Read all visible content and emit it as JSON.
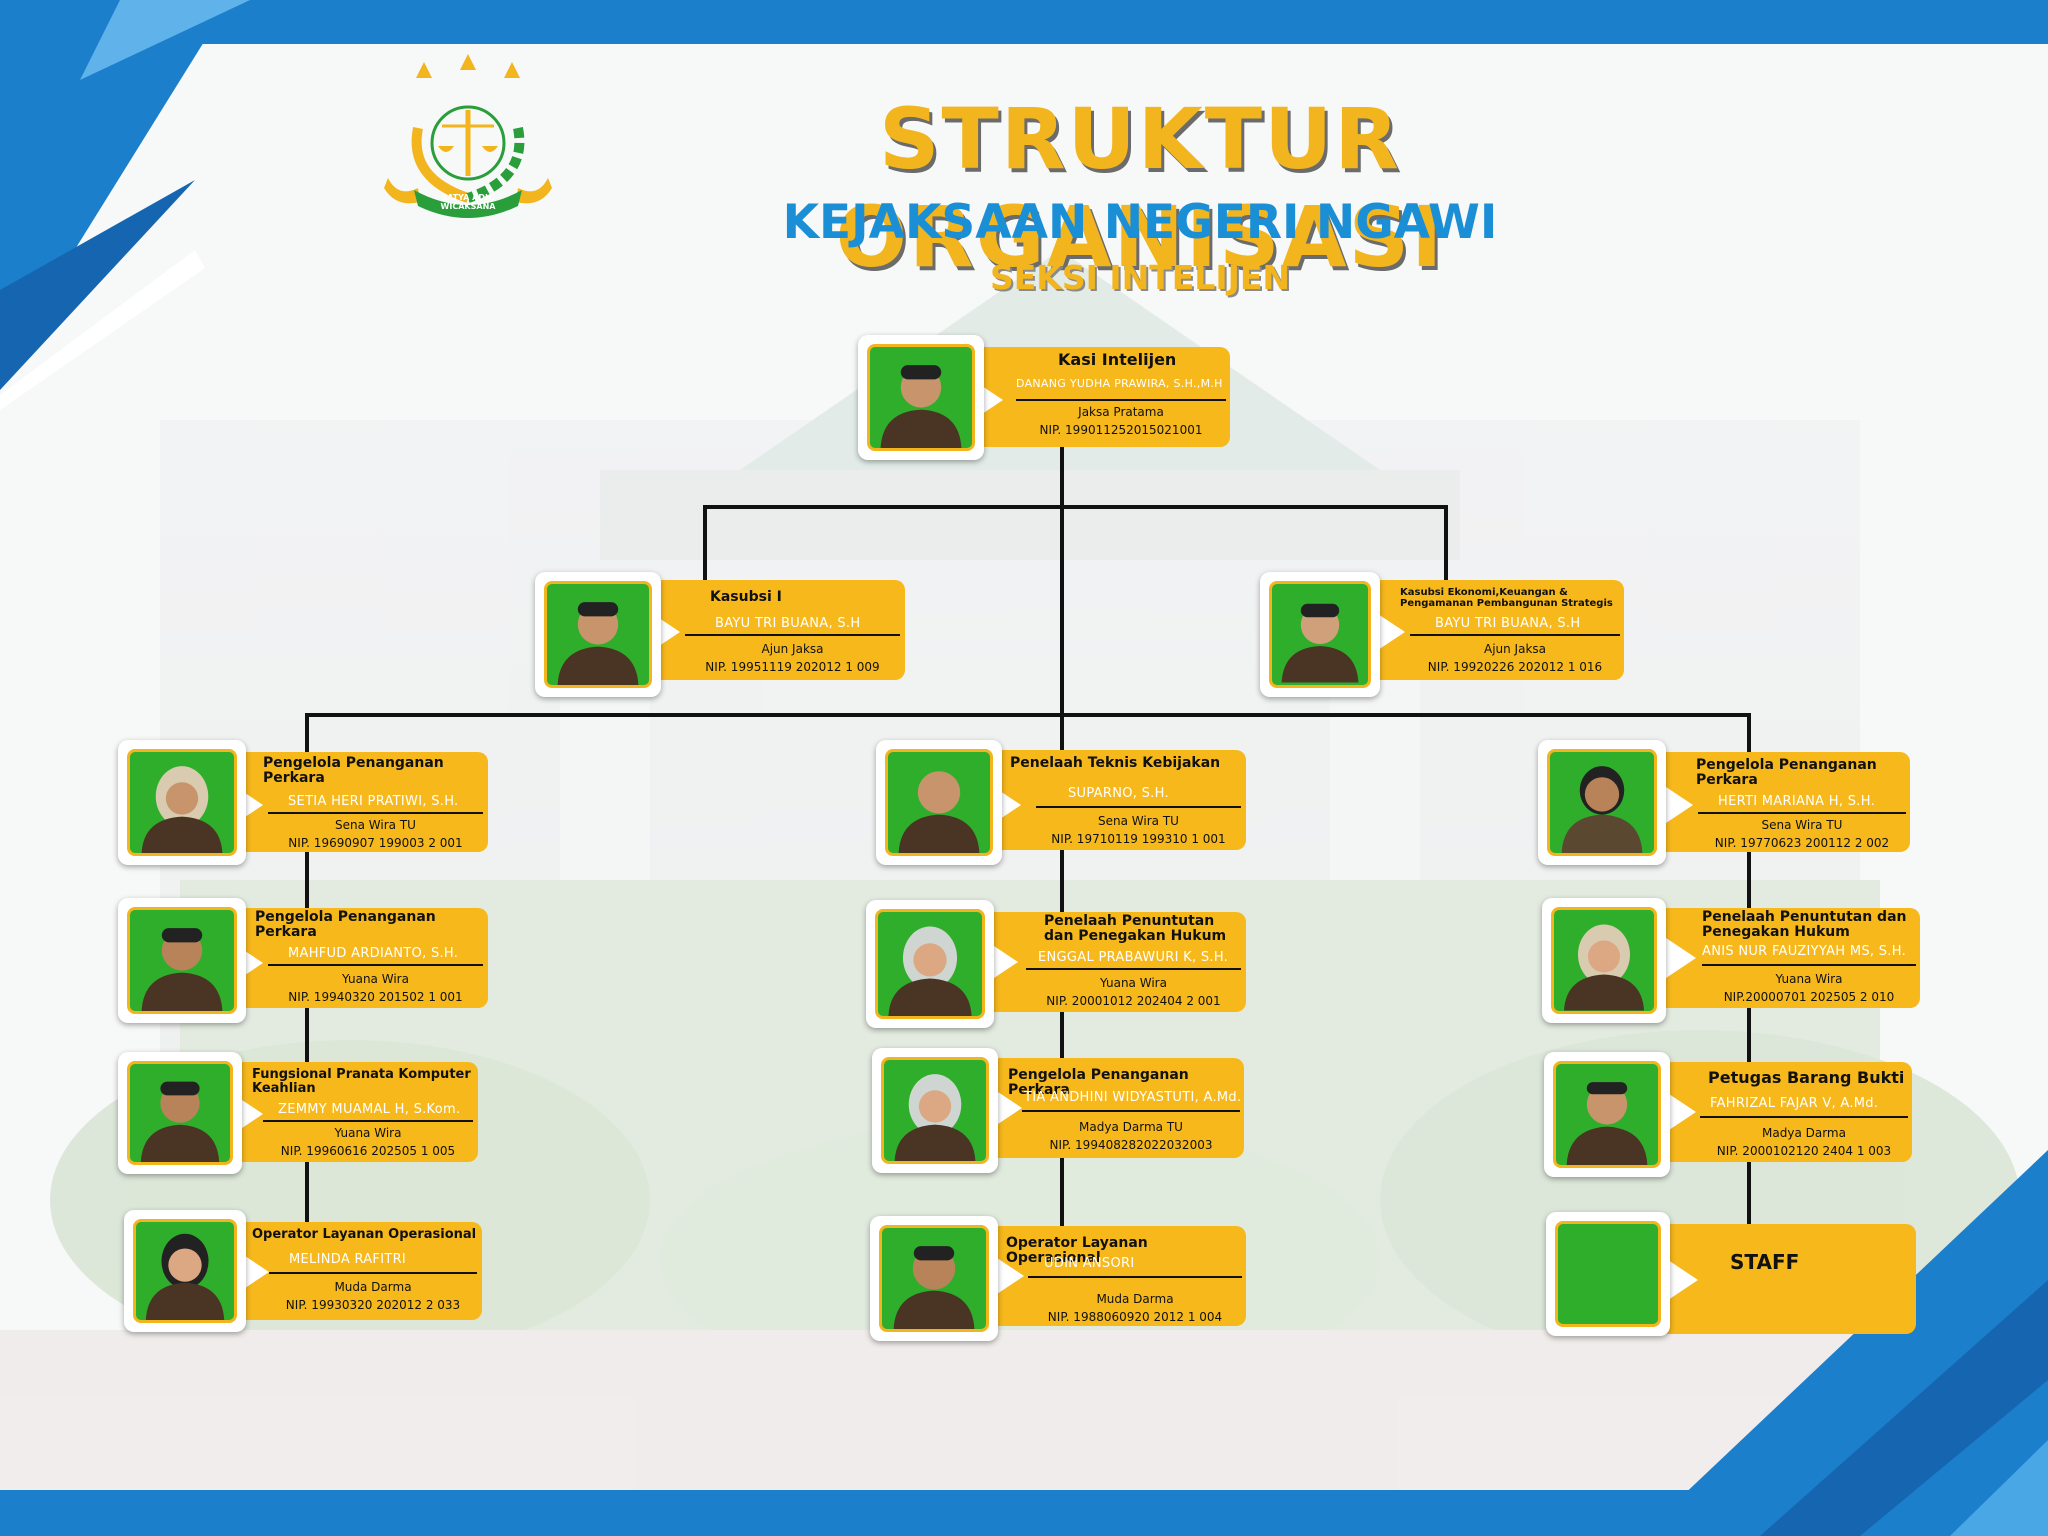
{
  "header": {
    "title": "STRUKTUR ORGANISASI",
    "subtitle": "KEJAKSAAN NEGERI NGAWI",
    "section": "SEKSI INTELIJEN",
    "logo_motto": "SATYA ADHI WICAKSANA"
  },
  "colors": {
    "accent_blue": "#1B7FCC",
    "accent_gold": "#F7B81C",
    "photo_green": "#2FAE2C"
  },
  "org": {
    "head": {
      "role": "Kasi Intelijen",
      "name": "DANANG YUDHA PRAWIRA, S.H.,M.H",
      "rank": "Jaksa Pratama",
      "nip": "NIP. 199011252015021001"
    },
    "kasubsi_1": {
      "role": "Kasubsi I",
      "name": "BAYU TRI BUANA, S.H",
      "rank": "Ajun Jaksa",
      "nip": "NIP. 19951119 202012 1 009"
    },
    "kasubsi_2": {
      "role": "Kasubsi Ekonomi,Keuangan & Pengamanan Pembangunan Strategis",
      "name": "BAYU TRI BUANA, S.H",
      "rank": "Ajun Jaksa",
      "nip": "NIP. 19920226 202012 1 016"
    },
    "left": [
      {
        "role": "Pengelola Penanganan Perkara",
        "name": "SETIA HERI PRATIWI, S.H.",
        "rank": "Sena Wira TU",
        "nip": "NIP. 19690907 199003 2 001"
      },
      {
        "role": "Pengelola Penanganan Perkara",
        "name": "MAHFUD ARDIANTO, S.H.",
        "rank": "Yuana Wira",
        "nip": "NIP. 19940320 201502 1 001"
      },
      {
        "role": "Fungsional Pranata Komputer Keahlian",
        "name": "ZEMMY MUAMAL H, S.Kom.",
        "rank": "Yuana Wira",
        "nip": "NIP. 19960616 202505 1 005"
      },
      {
        "role": "Operator Layanan Operasional",
        "name": "MELINDA RAFITRI",
        "rank": "Muda Darma",
        "nip": "NIP. 19930320 202012 2 033"
      }
    ],
    "middle": [
      {
        "role": "Penelaah Teknis Kebijakan",
        "name": "SUPARNO, S.H.",
        "rank": "Sena Wira TU",
        "nip": "NIP. 19710119 199310 1 001"
      },
      {
        "role": "Penelaah Penuntutan dan Penegakan Hukum",
        "name": "ENGGAL PRABAWURI K, S.H.",
        "rank": "Yuana Wira",
        "nip": "NIP. 20001012 202404 2 001"
      },
      {
        "role": "Pengelola Penanganan Perkara",
        "name": "TIA ANDHINI WIDYASTUTI, A.Md.",
        "rank": "Madya Darma TU",
        "nip": "NIP. 199408282022032003"
      },
      {
        "role": "Operator Layanan Operasional",
        "name": "UDIN ANSORI",
        "rank": "Muda Darma",
        "nip": "NIP. 1988060920 2012 1 004"
      }
    ],
    "right": [
      {
        "role": "Pengelola Penanganan Perkara",
        "name": "HERTI MARIANA H, S.H.",
        "rank": "Sena Wira TU",
        "nip": "NIP. 19770623 200112 2 002"
      },
      {
        "role": "Penelaah Penuntutan dan Penegakan Hukum",
        "name": "ANIS NUR FAUZIYYAH MS, S.H.",
        "rank": "Yuana Wira",
        "nip": "NIP.20000701 202505 2 010"
      },
      {
        "role": "Petugas Barang Bukti",
        "name": "FAHRIZAL FAJAR V, A.Md.",
        "rank": "Madya Darma",
        "nip": "NIP. 2000102120 2404 1 003"
      }
    ],
    "staff": {
      "label": "STAFF"
    }
  }
}
